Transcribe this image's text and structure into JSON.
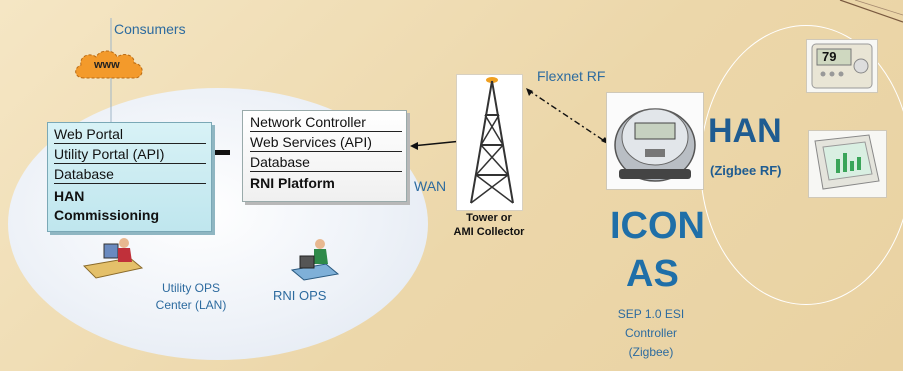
{
  "consumers_label": "Consumers",
  "www_label": "www",
  "left_panel": {
    "rows": [
      "Web Portal",
      "Utility Portal (API)",
      "Database"
    ],
    "bold_lines": [
      "HAN",
      "Commissioning"
    ]
  },
  "right_panel": {
    "rows": [
      "Network Controller",
      "Web Services (API)",
      "Database"
    ],
    "bold_row": "RNI Platform"
  },
  "wan_label": "WAN",
  "flexnet_label": "Flexnet RF",
  "tower_label_lines": [
    "Tower or",
    "AMI Collector"
  ],
  "han_title": "HAN",
  "han_subtitle": "(Zigbee RF)",
  "icon_line1": "ICON",
  "icon_line2": "AS",
  "icon_desc_lines": [
    "SEP 1.0 ESI",
    "Controller",
    "(Zigbee)"
  ],
  "utility_ops_lines": [
    "Utility OPS",
    "Center (LAN)"
  ],
  "rni_ops_label": "RNI OPS",
  "thermostat_reading": "79",
  "colors": {
    "label_blue": "#2d6b9f",
    "icon_blue": "#1f6fa8",
    "han_blue": "#1f5c91",
    "cloud_orange": "#f39a2b"
  }
}
